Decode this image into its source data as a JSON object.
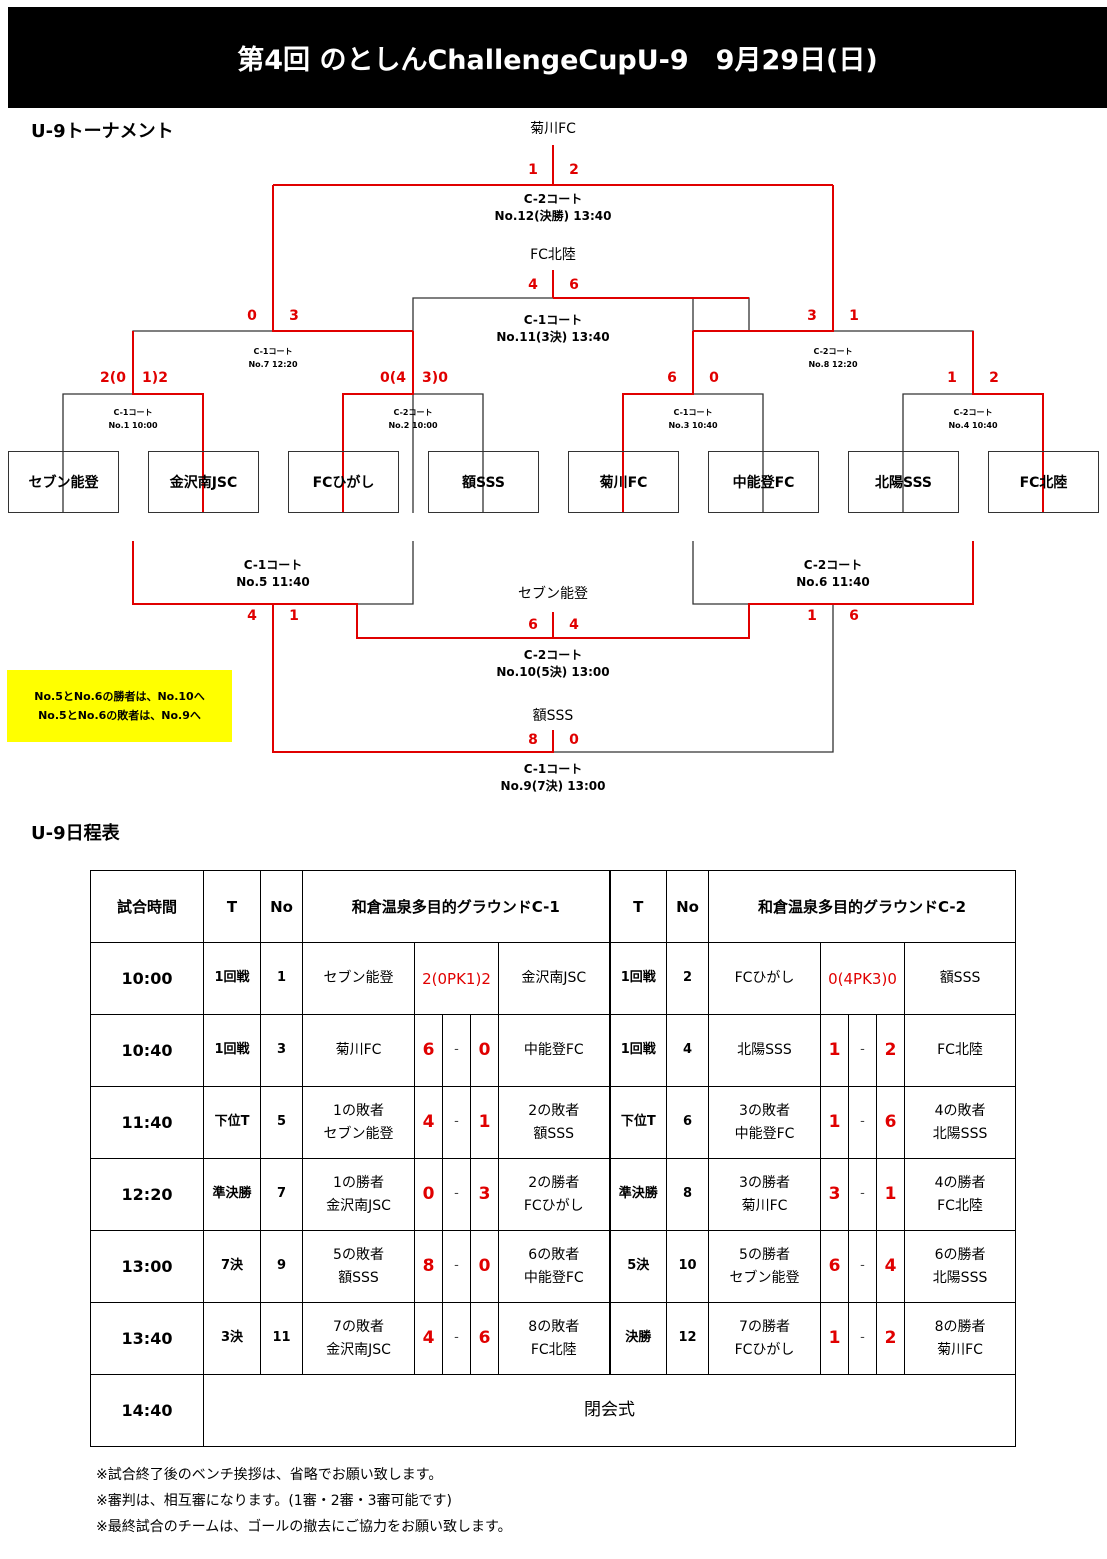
{
  "header": {
    "title": "第4回 のとしんChallengeCupU-9　9月29日(日)"
  },
  "tournament": {
    "title": "U-9トーナメント",
    "teams": [
      "セブン能登",
      "金沢南JSC",
      "FCひがし",
      "額SSS",
      "菊川FC",
      "中能登FC",
      "北陽SSS",
      "FC北陸"
    ],
    "match1": {
      "court": "C-1コート",
      "info": "No.1 10:00",
      "s1": "2(0",
      "s2": "1)2"
    },
    "match2": {
      "court": "C-2コート",
      "info": "No.2 10:00",
      "s1": "0(4",
      "s2": "3)0"
    },
    "match3": {
      "court": "C-1コート",
      "info": "No.3 10:40",
      "s1": "6",
      "s2": "0"
    },
    "match4": {
      "court": "C-2コート",
      "info": "No.4 10:40",
      "s1": "1",
      "s2": "2"
    },
    "match7": {
      "court": "C-1コート",
      "info": "No.7 12:20",
      "s1": "0",
      "s2": "3"
    },
    "match8": {
      "court": "C-2コート",
      "info": "No.8 12:20",
      "s1": "3",
      "s2": "1"
    },
    "final": {
      "winner": "菊川FC",
      "court": "C-2コート",
      "info": "No.12(決勝) 13:40",
      "s1": "1",
      "s2": "2"
    },
    "third": {
      "winner": "FC北陸",
      "court": "C-1コート",
      "info": "No.11(3決) 13:40",
      "s1": "4",
      "s2": "6"
    },
    "match5": {
      "court": "C-1コート",
      "info": "No.5 11:40",
      "s1": "4",
      "s2": "1"
    },
    "match6": {
      "court": "C-2コート",
      "info": "No.6 11:40",
      "s1": "1",
      "s2": "6"
    },
    "fifth": {
      "winner": "セブン能登",
      "court": "C-2コート",
      "info": "No.10(5決) 13:00",
      "s1": "6",
      "s2": "4"
    },
    "seventh": {
      "winner": "額SSS",
      "court": "C-1コート",
      "info": "No.9(7決) 13:00",
      "s1": "8",
      "s2": "0"
    },
    "note": [
      "No.5とNo.6の勝者は、No.10へ",
      "No.5とNo.6の敗者は、No.9へ"
    ]
  },
  "schedule": {
    "title": "U-9日程表",
    "headers": {
      "time": "試合時間",
      "t": "T",
      "no": "No",
      "c1": "和倉温泉多目的グラウンドC-1",
      "c2": "和倉温泉多目的グラウンドC-2"
    },
    "dash": "-",
    "rows": [
      {
        "time": "10:00",
        "c1": {
          "t": "1回戦",
          "no": "1",
          "home": [
            "セブン能登"
          ],
          "pk": "2(0PK1)2",
          "away": [
            "金沢南JSC"
          ]
        },
        "c2": {
          "t": "1回戦",
          "no": "2",
          "home": [
            "FCひがし"
          ],
          "pk": "0(4PK3)0",
          "away": [
            "額SSS"
          ]
        }
      },
      {
        "time": "10:40",
        "c1": {
          "t": "1回戦",
          "no": "3",
          "home": [
            "菊川FC"
          ],
          "s1": "6",
          "s2": "0",
          "away": [
            "中能登FC"
          ]
        },
        "c2": {
          "t": "1回戦",
          "no": "4",
          "home": [
            "北陽SSS"
          ],
          "s1": "1",
          "s2": "2",
          "away": [
            "FC北陸"
          ]
        }
      },
      {
        "time": "11:40",
        "c1": {
          "t": "下位T",
          "no": "5",
          "home": [
            "1の敗者",
            "セブン能登"
          ],
          "s1": "4",
          "s2": "1",
          "away": [
            "2の敗者",
            "額SSS"
          ]
        },
        "c2": {
          "t": "下位T",
          "no": "6",
          "home": [
            "3の敗者",
            "中能登FC"
          ],
          "s1": "1",
          "s2": "6",
          "away": [
            "4の敗者",
            "北陽SSS"
          ]
        }
      },
      {
        "time": "12:20",
        "c1": {
          "t": "準決勝",
          "no": "7",
          "home": [
            "1の勝者",
            "金沢南JSC"
          ],
          "s1": "0",
          "s2": "3",
          "away": [
            "2の勝者",
            "FCひがし"
          ]
        },
        "c2": {
          "t": "準決勝",
          "no": "8",
          "home": [
            "3の勝者",
            "菊川FC"
          ],
          "s1": "3",
          "s2": "1",
          "away": [
            "4の勝者",
            "FC北陸"
          ]
        }
      },
      {
        "time": "13:00",
        "c1": {
          "t": "7決",
          "no": "9",
          "home": [
            "5の敗者",
            "額SSS"
          ],
          "s1": "8",
          "s2": "0",
          "away": [
            "6の敗者",
            "中能登FC"
          ]
        },
        "c2": {
          "t": "5決",
          "no": "10",
          "home": [
            "5の勝者",
            "セブン能登"
          ],
          "s1": "6",
          "s2": "4",
          "away": [
            "6の勝者",
            "北陽SSS"
          ]
        }
      },
      {
        "time": "13:40",
        "c1": {
          "t": "3決",
          "no": "11",
          "home": [
            "7の敗者",
            "金沢南JSC"
          ],
          "s1": "4",
          "s2": "6",
          "away": [
            "8の敗者",
            "FC北陸"
          ]
        },
        "c2": {
          "t": "決勝",
          "no": "12",
          "home": [
            "7の勝者",
            "FCひがし"
          ],
          "s1": "1",
          "s2": "2",
          "away": [
            "8の勝者",
            "菊川FC"
          ]
        }
      }
    ],
    "closing": {
      "time": "14:40",
      "label": "閉会式"
    }
  },
  "notes": [
    "※試合終了後のベンチ挨拶は、省略でお願い致します。",
    "※審判は、相互審になります。(1審・2審・3審可能です)",
    "※最終試合のチームは、ゴールの撤去にご協力をお願い致します。"
  ],
  "colors": {
    "winner_line": "#e00000",
    "line": "#333333",
    "note_bg": "#ffff00",
    "header_bg": "#000000"
  }
}
